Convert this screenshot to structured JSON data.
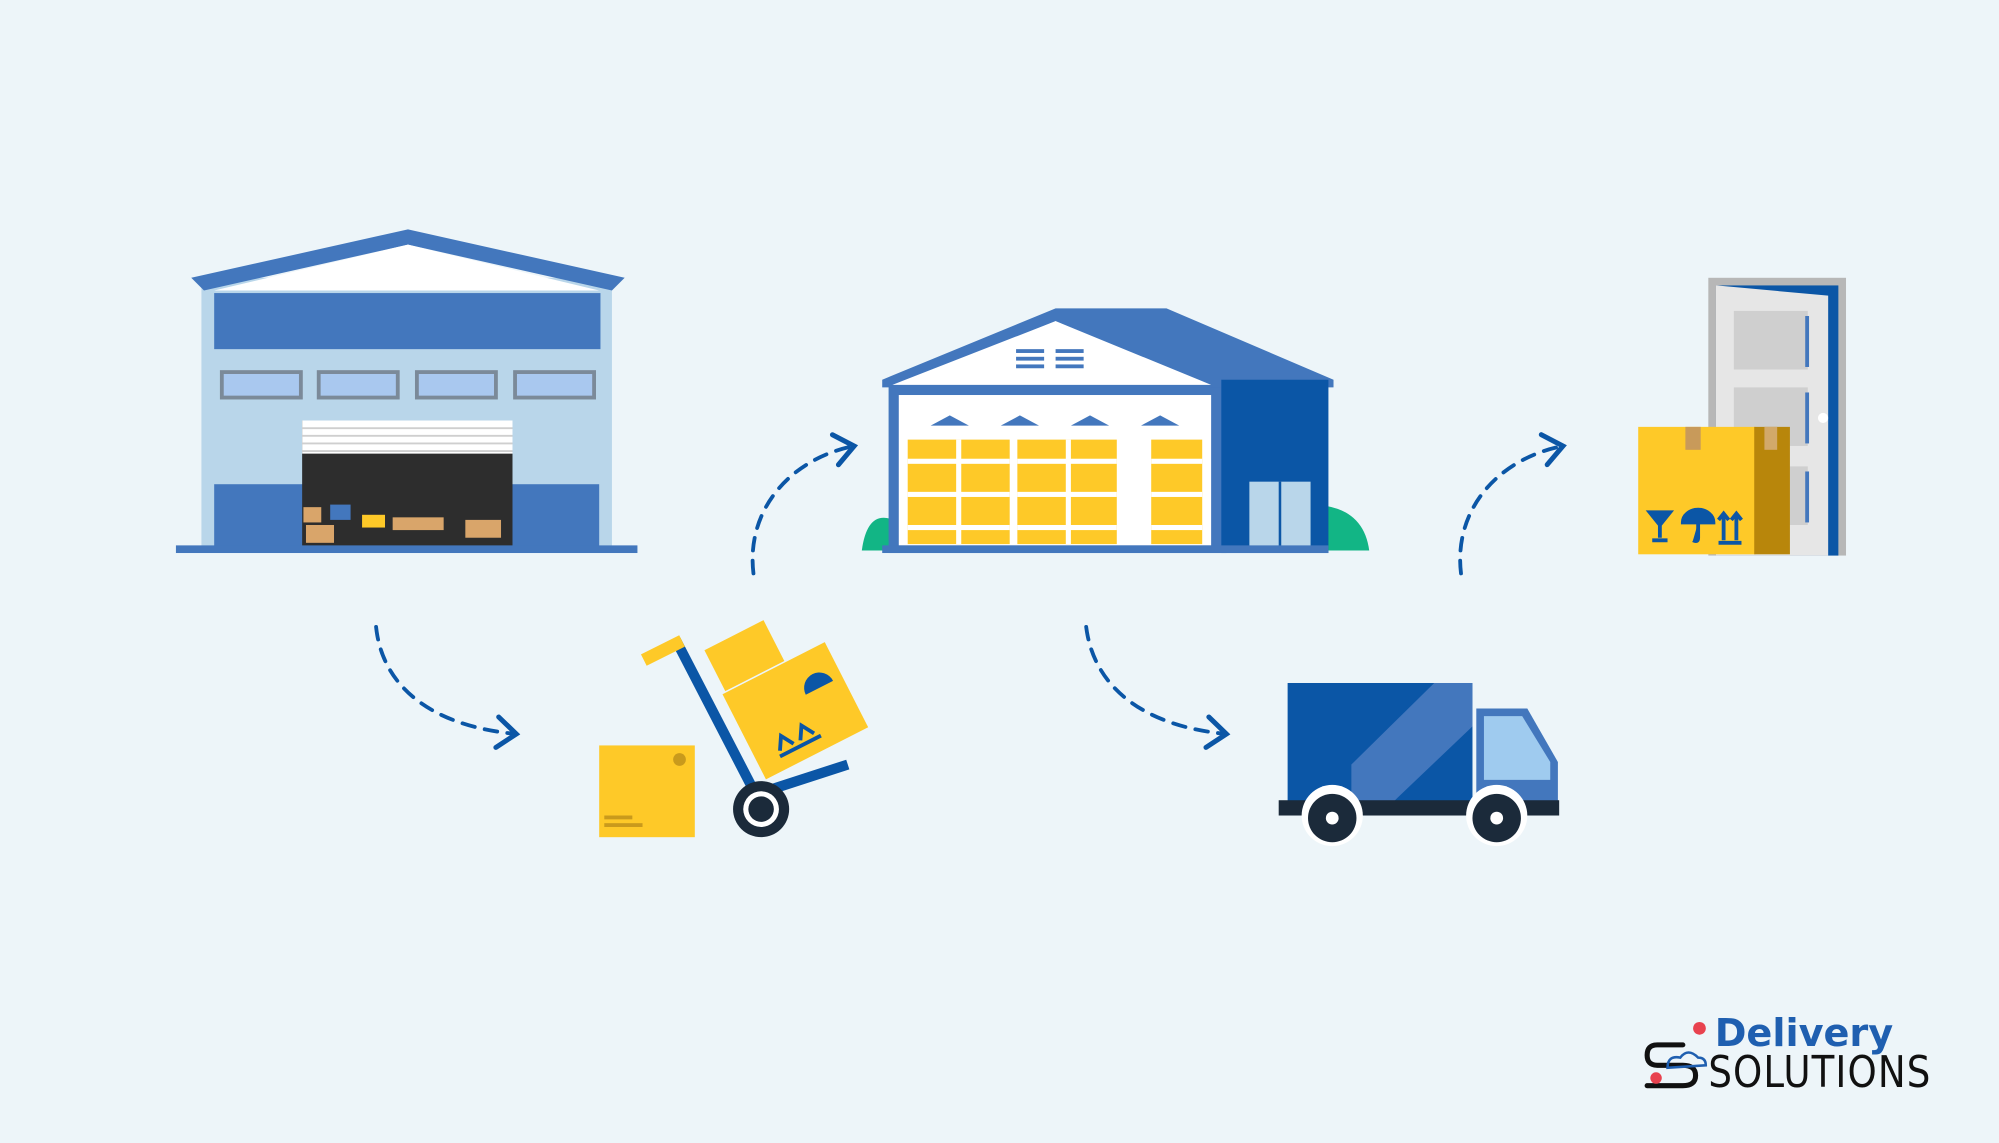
{
  "illustration": {
    "steps": [
      "warehouse-exterior",
      "hand-truck-with-boxes",
      "warehouse-interior",
      "delivery-truck",
      "package-at-door"
    ],
    "colors": {
      "background": "#edf5f9",
      "primary_blue": "#4377bd",
      "dark_blue": "#0b56a6",
      "light_blue": "#b9d6ea",
      "yellow": "#fec928",
      "dark": "#2d2d2d",
      "green": "#12b585"
    }
  },
  "logo": {
    "line1": "Delivery",
    "line2": "SOLUTIONS",
    "colors": {
      "delivery": "#1f5fb0",
      "solutions": "#111111",
      "pin": "#e8424f"
    }
  }
}
